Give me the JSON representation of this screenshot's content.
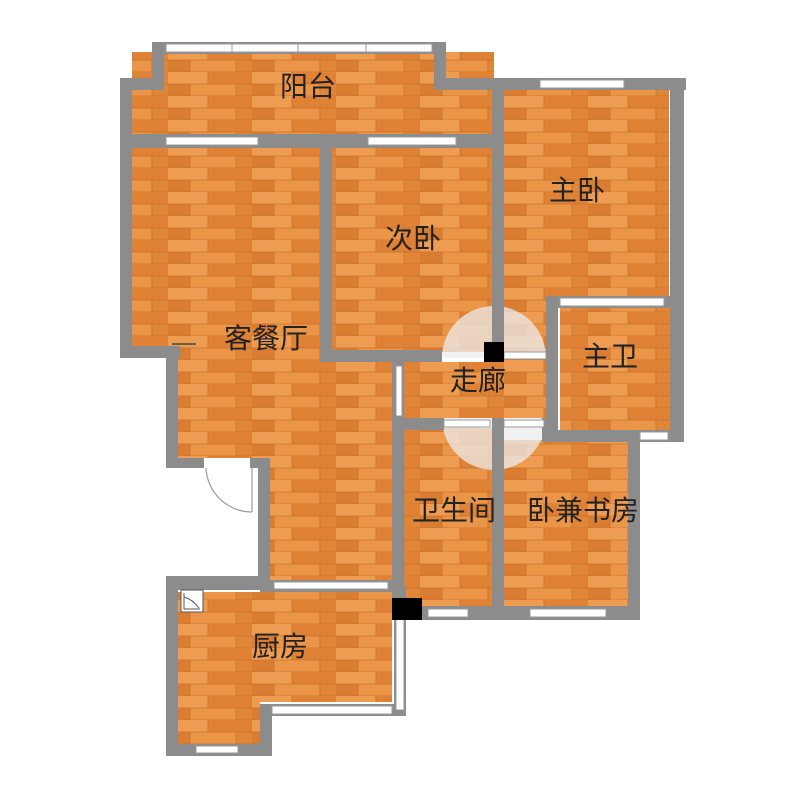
{
  "colors": {
    "wall": "#8c8c8c",
    "floor": "#e58a3c",
    "floor_light": "#ee9c52",
    "floor_dark": "#d27a30",
    "window": "#ffffff",
    "door_swing": "#ececec",
    "pillar": "#000000",
    "text": "#222222"
  },
  "rooms": {
    "balcony": "阳台",
    "master_bedroom": "主卧",
    "second_bedroom": "次卧",
    "living_dining": "客餐厅",
    "corridor": "走廊",
    "master_bathroom": "主卫",
    "bathroom": "卫生间",
    "study_bedroom": "卧兼书房",
    "kitchen": "厨房"
  },
  "icons": {
    "kitchen_fixture": "sink-icon",
    "entry_door": "door-swing-icon"
  }
}
